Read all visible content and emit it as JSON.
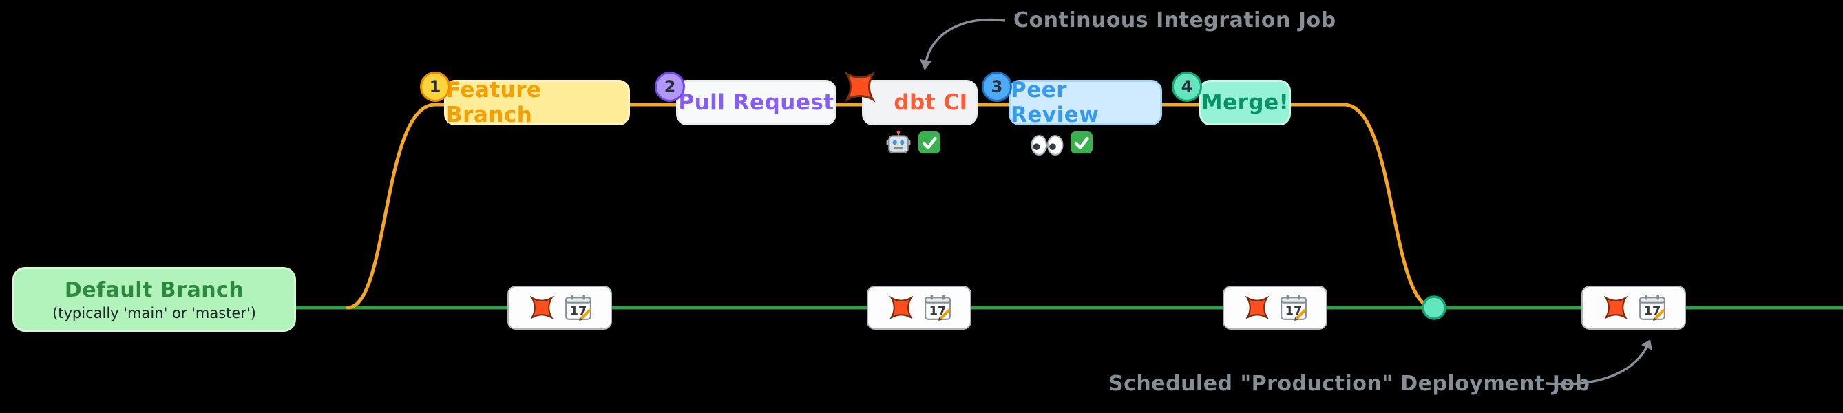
{
  "annotations": {
    "ci_job": "Continuous Integration Job",
    "scheduled_job": "Scheduled \"Production\" Deployment Job"
  },
  "default_branch": {
    "title": "Default Branch",
    "subtitle": "(typically 'main' or 'master')"
  },
  "steps": [
    {
      "number": "1",
      "label": "Feature Branch"
    },
    {
      "number": "2",
      "label": "Pull Request"
    },
    {
      "number": null,
      "label": "dbt CI"
    },
    {
      "number": "3",
      "label": "Peer Review"
    },
    {
      "number": "4",
      "label": "Merge!"
    }
  ],
  "ci_status": {
    "icons": [
      "robot-icon",
      "check-icon"
    ]
  },
  "review_status": {
    "icons": [
      "eyes-icon",
      "check-icon"
    ]
  },
  "scheduled_job_marker": {
    "day": "17",
    "count": 4,
    "icons": [
      "dbt-logo-icon",
      "calendar-icon"
    ]
  },
  "colors": {
    "background": "#000000",
    "main_branch_line": "#2f9e44",
    "feature_branch_line": "#f5a623",
    "annotation_text": "#868e96",
    "dbt_orange": "#ff4f1f",
    "merge_dot_fill": "#63e6be",
    "merge_dot_stroke": "#0ca678"
  }
}
